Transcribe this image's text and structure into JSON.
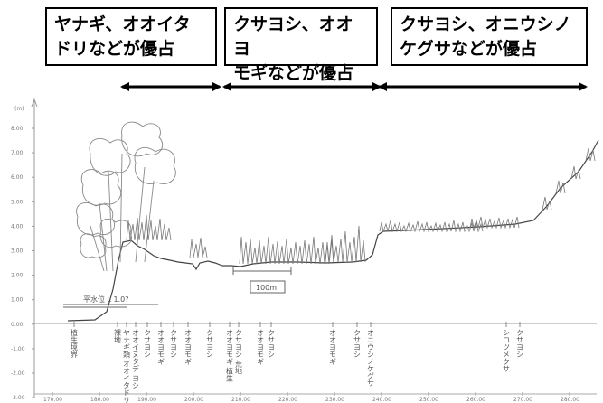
{
  "zones": [
    {
      "label": "ヤナギ、オオイタ\nドリなどが優占"
    },
    {
      "label": "クサヨシ、オオヨ\nモギなどが優占"
    },
    {
      "label": "クサヨシ、オニウシノ\nケグサなどが優占"
    }
  ],
  "y_axis": {
    "unit": "(m)",
    "ticks": [
      "8.00",
      "7.00",
      "6.00",
      "5.00",
      "4.00",
      "3.00",
      "2.00",
      "1.00",
      "0.00",
      "-1.00",
      "-2.00",
      "-3.00"
    ]
  },
  "x_axis": {
    "ticks": [
      "170.00",
      "180.00",
      "190.00",
      "200.00",
      "210.00",
      "220.00",
      "230.00",
      "240.00",
      "250.00",
      "260.00",
      "270.00",
      "280.00"
    ]
  },
  "annotations": {
    "water_level": "平水位 L 1.0?",
    "scale_box": "100m"
  },
  "vegetation_labels": [
    "植生境界",
    "裸地",
    "ヤナギ類 オオイタドリ",
    "オオイヌタデ ヨシ",
    "クサヨシ",
    "オオヨモギ",
    "クサヨシ",
    "オオヨモギ",
    "クサヨシ",
    "オオヨモギ 植生",
    "クサヨシ 荒地",
    "オオヨモギ",
    "クサヨシ",
    "オオヨモギ",
    "クサヨシ",
    "オニウシノケグサ",
    "シロツメクサ",
    "クサヨシ"
  ],
  "colors": {
    "arrow": "#000000",
    "profile": "#444444",
    "sketch": "#888888"
  }
}
